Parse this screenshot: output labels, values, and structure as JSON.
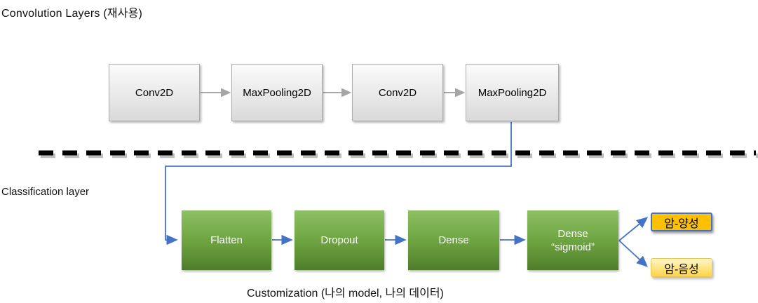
{
  "header": {
    "title": "Convolution Layers (재사용)"
  },
  "sections": {
    "classification_label": "Classification layer",
    "caption": "Customization (나의 model, 나의 데이터)"
  },
  "conv_row": [
    {
      "label": "Conv2D"
    },
    {
      "label": "MaxPooling2D"
    },
    {
      "label": "Conv2D"
    },
    {
      "label": "MaxPooling2D"
    }
  ],
  "class_row": [
    {
      "label": "Flatten"
    },
    {
      "label": "Dropout"
    },
    {
      "label": "Dense"
    },
    {
      "label": "Dense",
      "sublabel": "“sigmoid”"
    }
  ],
  "outputs": [
    {
      "label": "암-양성"
    },
    {
      "label": "암-음성"
    }
  ],
  "colors": {
    "arrow_gray": "#9d9d9d",
    "accent_blue": "#4472c4",
    "gray_box_border": "#ababab",
    "green_top": "#8dc163",
    "green_bottom": "#4f7d2b",
    "output_positive_fill": "#ffc000",
    "output_negative_fill": "#ffe279",
    "divider": "#000000"
  }
}
